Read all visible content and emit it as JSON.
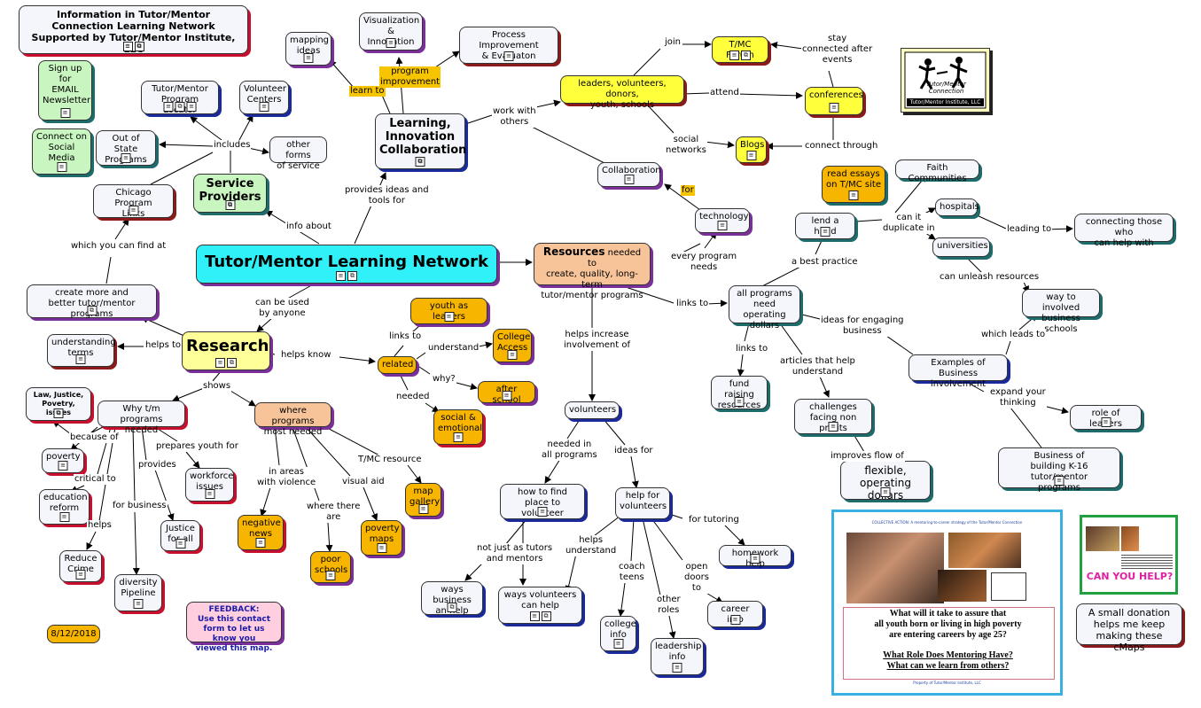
{
  "header": {
    "title_line1": "Information in Tutor/Mentor",
    "title_line2": "Connection Learning Network",
    "title_line3": "Supported by Tutor/Mentor Institute, LLC"
  },
  "nodes": {
    "central": "Tutor/Mentor Learning Network",
    "service_providers_l1": "Service",
    "service_providers_l2": "Providers",
    "research": "Research",
    "learning_l1": "Learning,",
    "learning_l2": "Innovation",
    "learning_l3": "Collaboration",
    "resources_bold": "Resources",
    "resources_rest1": " needed to",
    "resources_rest2": "create, quality, long-term",
    "resources_rest3": "tutor/mentor programs",
    "signup_l1": "Sign up",
    "signup_l2": "for",
    "signup_l3": "EMAIL",
    "signup_l4": "Newsletter",
    "connect_l1": "Connect on",
    "connect_l2": "Social",
    "connect_l3": "Media",
    "mapping_l1": "mapping",
    "mapping_l2": "ideas",
    "visualization_l1": "Visualization",
    "visualization_l2": "& Innovation",
    "process_l1": "Process Improvement",
    "process_l2": "& Evaluaton",
    "program_locator_l1": "Tutor/Mentor",
    "program_locator_l2": "Program Locator",
    "volunteer_centers_l1": "Volunteer",
    "volunteer_centers_l2": "Centers",
    "out_of_state_l1": "Out of State",
    "out_of_state_l2": "Programs",
    "other_forms_l1": "other forms",
    "other_forms_l2": "of service",
    "chicago_links_l1": "Chicago Program",
    "chicago_links_l2": "Links",
    "create_more_l1": "create more and",
    "create_more_l2": "better tutor/mentor programs",
    "understanding_terms_l1": "understanding",
    "understanding_terms_l2": "terms",
    "law_justice_l1": "Law, Justice,",
    "law_justice_l2": "Povetry, issues",
    "why_needed_l1": "Why t/m programs",
    "why_needed_l2": "needed",
    "poverty": "poverty",
    "education_reform_l1": "education",
    "education_reform_l2": "reform",
    "workforce_l1": "workforce",
    "workforce_l2": "issues",
    "justice_l1": "Justice",
    "justice_l2": "for all",
    "reduce_crime_l1": "Reduce",
    "reduce_crime_l2": "Crime",
    "diversity_l1": "diversity",
    "diversity_l2": "Pipeline",
    "where_needed_l1": "where programs",
    "where_needed_l2": "most needed",
    "negative_news_l1": "negative",
    "negative_news_l2": "news",
    "poor_schools_l1": "poor",
    "poor_schools_l2": "schools",
    "poverty_maps_l1": "poverty",
    "poverty_maps_l2": "maps",
    "map_gallery_l1": "map",
    "map_gallery_l2": "gallery",
    "youth_leaders": "youth as leaders",
    "related": "related",
    "college_access_l1": "College",
    "college_access_l2": "Access",
    "after_school": "after school",
    "social_emotional_l1": "social &",
    "social_emotional_l2": "emotional",
    "tmc_forum": "T/MC Forum",
    "conferences": "conferences",
    "blogs": "Blogs",
    "leaders_vol_l1": "leaders, volunteers, donors,",
    "leaders_vol_l2": "youth, schools",
    "collaboration": "Collaboration",
    "technology": "technology",
    "read_essays_l1": "read essays",
    "read_essays_l2": "on T/MC site",
    "faith": "Faith Communities",
    "hospitals": "hospitals",
    "universities": "universities",
    "lend_hand": "lend a hand",
    "connecting_l1": "connecting those who",
    "connecting_l2": "can help with",
    "business_schools_l1": "way to involved",
    "business_schools_l2": "business schools",
    "all_programs_l1": "all programs",
    "all_programs_l2": "need operating",
    "all_programs_l3": "dollars",
    "examples_l1": "Examples of",
    "examples_l2": "Business involvement",
    "fund_raising_l1": "fund raising",
    "fund_raising_l2": "resources",
    "challenges_l1": "challenges",
    "challenges_l2": "facing non profits",
    "flexible_l1": "flexible,",
    "flexible_l2": "operating dollars",
    "role_leaders": "role of leaders",
    "business_k16_l1": "Business of",
    "business_k16_l2": "building K-16 tutor/mentor",
    "business_k16_l3": "programs",
    "volunteers": "volunteers",
    "how_find_l1": "how to find",
    "how_find_l2": "place to volunteer",
    "help_vol_l1": "help for",
    "help_vol_l2": "volunteers",
    "homework_help": "homework help",
    "ways_business_l1": "ways business",
    "ways_business_l2": "an help",
    "ways_vol_l1": "ways volunteers",
    "ways_vol_l2": "can help",
    "college_info_l1": "college",
    "college_info_l2": "info",
    "leadership_info_l1": "leadership",
    "leadership_info_l2": "info",
    "career_info": "career info",
    "feedback_l1": "FEEDBACK:",
    "feedback_l2": "Use this contact",
    "feedback_l3": "form to let us know you",
    "feedback_l4": "viewed this map.",
    "date": "8/12/2018",
    "donation_l1": "A small donation",
    "donation_l2": "helps me keep",
    "donation_l3": "making these cMaps"
  },
  "logo": {
    "line1": "Tutor/Mentor",
    "line2": "Connection",
    "line3": "Tutor/Mentor Institute, LLC"
  },
  "poster": {
    "header": "COLLECTIVE ACTION: A mentoring-to-career strategy of the Tutor/Mentor Connection",
    "question_l1": "What will it take to assure that",
    "question_l2": "all youth born or living in high poverty",
    "question_l3": "are entering careers by age 25?",
    "role_l1": "What Role Does Mentoring Have?",
    "role_l2": "What can we learn from others?",
    "footer": "Property of Tutor/Mentor Institute, LLC"
  },
  "donation_image": {
    "text": "CAN YOU HELP?"
  },
  "links": {
    "learn_to": "learn to",
    "program_improvement_l1": "program",
    "program_improvement_l2": "improvement",
    "join": "join",
    "stay_l1": "stay",
    "stay_l2": "connected after",
    "stay_l3": "events",
    "attend": "attend",
    "social_networks_l1": "social",
    "social_networks_l2": "networks",
    "connect_through": "connect through",
    "work_with_l1": "work with",
    "work_with_l2": "others",
    "includes": "includes",
    "provides_ideas_l1": "provides ideas and",
    "provides_ideas_l2": "tools for",
    "info_about": "info about",
    "which_find": "which you can find at",
    "for": "for",
    "every_program_l1": "every program",
    "every_program_l2": "needs",
    "can_it_l1": "can it",
    "can_it_l2": "duplicate in",
    "leading_to": "leading to",
    "a_best_practice": "a best practice",
    "can_unleash": "can unleash resources",
    "links_to_res": "links to",
    "ideas_engaging_l1": "ideas for engaging",
    "ideas_engaging_l2": "business",
    "which_leads": "which leads to",
    "links_to_fund": "links to",
    "articles_l1": "articles that help",
    "articles_l2": "understand",
    "expand_l1": "expand your",
    "expand_l2": "thinking",
    "improves_flow": "improves flow of",
    "can_be_used_l1": "can be used",
    "can_be_used_l2": "by anyone",
    "helps_to": "helps to",
    "helps_know": "helps know",
    "links_to_rel": "links to",
    "understand": "understand",
    "why": "why?",
    "needed": "needed",
    "shows": "shows",
    "because_of": "because of",
    "prepares": "prepares youth for",
    "critical_to": "critical to",
    "provides": "provides",
    "for_business": "for business",
    "helps": "helps",
    "in_areas_l1": "in areas",
    "in_areas_l2": "with violence",
    "where_there_l1": "where there",
    "where_there_l2": "are",
    "visual_aid": "visual aid",
    "tmc_resource": "T/MC resource",
    "helps_increase_l1": "helps increase",
    "helps_increase_l2": "involvement of",
    "needed_in_l1": "needed in",
    "needed_in_l2": "all programs",
    "ideas_for": "ideas for",
    "for_tutoring": "for tutoring",
    "not_just_l1": "not just as tutors",
    "not_just_l2": "and mentors",
    "helps_understand_l1": "helps",
    "helps_understand_l2": "understand",
    "coach_l1": "coach",
    "coach_l2": "teens",
    "other_roles_l1": "other",
    "other_roles_l2": "roles",
    "open_doors_l1": "open",
    "open_doors_l2": "doors",
    "open_doors_l3": "to"
  },
  "icons": {
    "doc": "document-icon",
    "map": "cmap-icon"
  },
  "colors": {
    "central": "#30f0f8",
    "yellow": "#ffff3c",
    "orange": "#f7b500",
    "peach": "#f7c49a",
    "green": "#c8f5c0"
  }
}
